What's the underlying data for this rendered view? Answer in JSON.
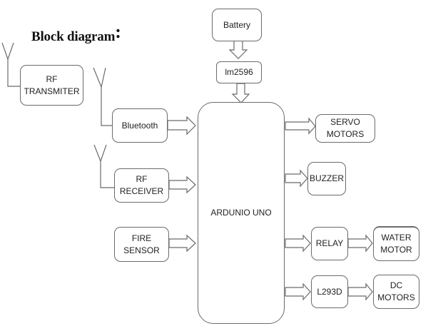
{
  "title": {
    "text": "Block diagram",
    "suffix": ":"
  },
  "blocks": {
    "battery": "Battery",
    "regulator": "lm2596",
    "rf_transmitter": [
      "RF",
      "TRANSMITER"
    ],
    "bluetooth": "Bluetooth",
    "rf_receiver": "RF RECEIVER",
    "fire_sensor": "FIRE SENSOR",
    "arduino": "ARDUNIO UNO",
    "servo": [
      "SERVO",
      "MOTORS"
    ],
    "buzzer": "BUZZER",
    "relay": "RELAY",
    "water_motor": [
      "WATER",
      "MOTOR"
    ],
    "l293d": "L293D",
    "dc_motors": [
      "DC",
      "MOTORS"
    ]
  },
  "connections": [
    {
      "from": "battery",
      "to": "regulator"
    },
    {
      "from": "regulator",
      "to": "arduino"
    },
    {
      "from": "bluetooth",
      "to": "arduino"
    },
    {
      "from": "rf_receiver",
      "to": "arduino"
    },
    {
      "from": "fire_sensor",
      "to": "arduino"
    },
    {
      "from": "arduino",
      "to": "servo"
    },
    {
      "from": "arduino",
      "to": "buzzer"
    },
    {
      "from": "arduino",
      "to": "relay"
    },
    {
      "from": "relay",
      "to": "water_motor"
    },
    {
      "from": "arduino",
      "to": "l293d"
    },
    {
      "from": "l293d",
      "to": "dc_motors"
    }
  ],
  "colors": {
    "stroke": "#6b6b6b",
    "text": "#222222"
  }
}
